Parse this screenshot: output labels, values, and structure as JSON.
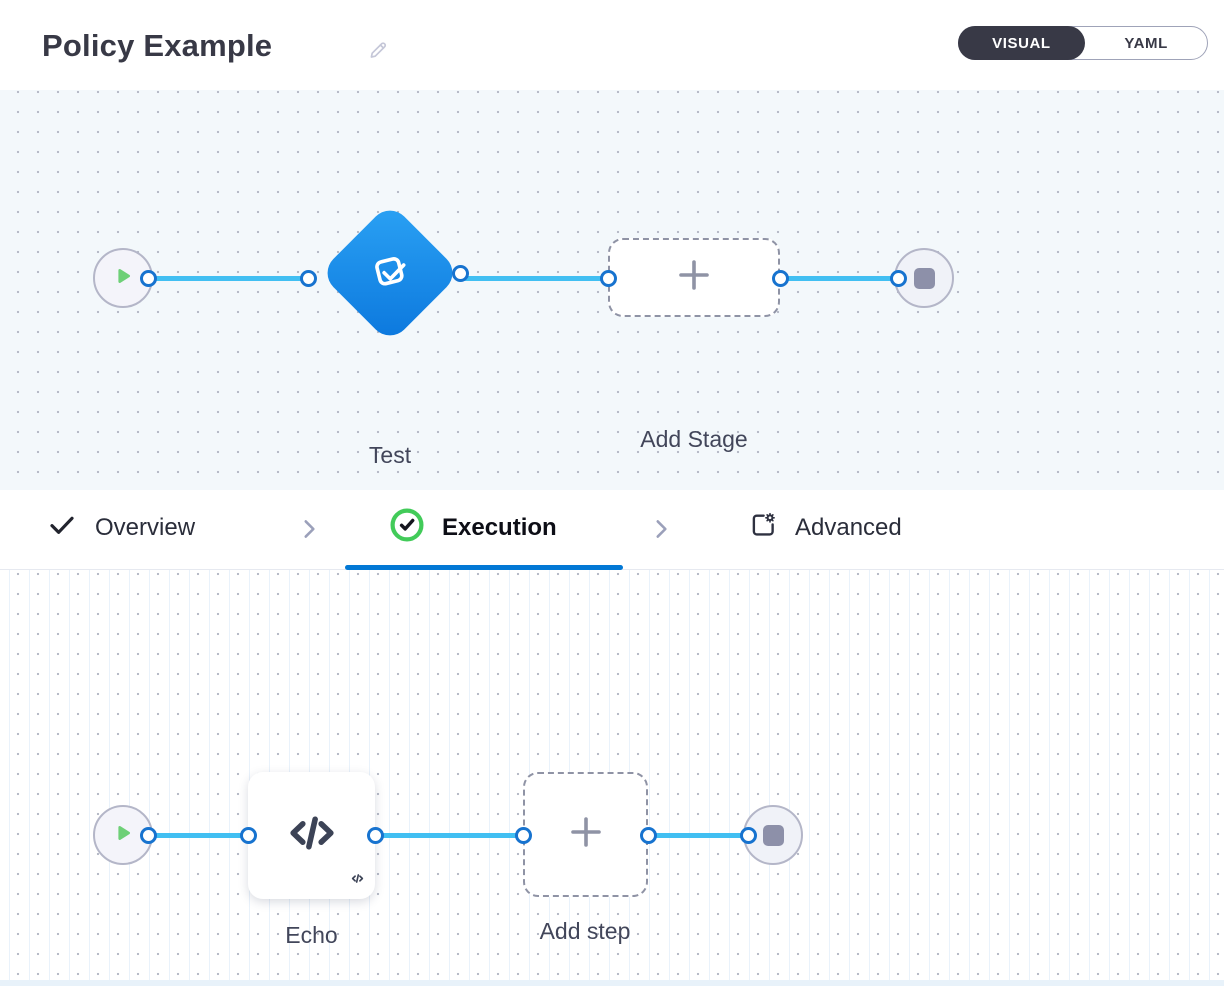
{
  "header": {
    "title": "Policy Example",
    "view_toggle": {
      "visual_label": "VISUAL",
      "yaml_label": "YAML",
      "selected": "VISUAL"
    }
  },
  "pipeline_canvas": {
    "stage": {
      "label": "Test",
      "type": "approval-stage"
    },
    "add_stage_label": "Add Stage"
  },
  "tab_bar": {
    "tabs": [
      {
        "label": "Overview",
        "icon": "check",
        "state": "completed"
      },
      {
        "label": "Execution",
        "icon": "check-circle",
        "state": "active"
      },
      {
        "label": "Advanced",
        "icon": "advanced-settings",
        "state": "default"
      }
    ]
  },
  "execution_canvas": {
    "step": {
      "label": "Echo",
      "type": "shell-script-step"
    },
    "add_step_label": "Add step"
  },
  "colors": {
    "accent_blue": "#0278d5",
    "connector_blue": "#41bff2",
    "connector_dot_border": "#1773cf",
    "stage_gradient_start": "#2ba2f4",
    "stage_gradient_end": "#0b77dd",
    "success_green": "#42cb59",
    "play_green": "#6ed077",
    "dark_slate": "#383946",
    "canvas_stage_bg": "#f3f8fb",
    "grid_dot": "#b7bbc7"
  }
}
